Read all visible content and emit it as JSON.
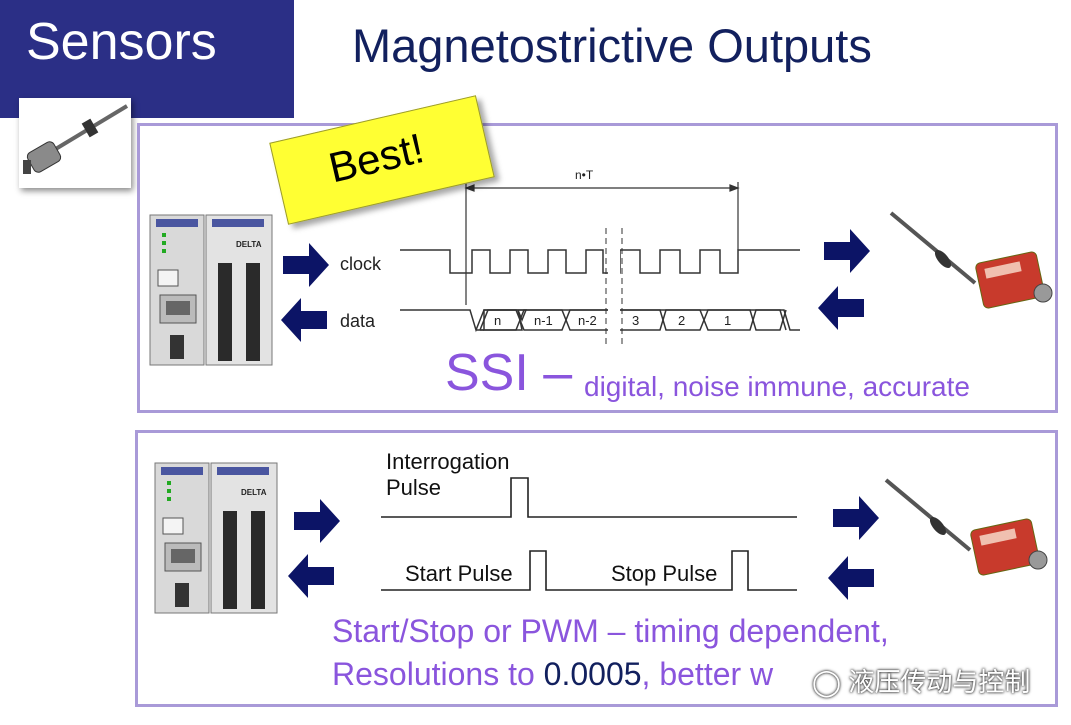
{
  "header": {
    "section": "Sensors",
    "title": "Magnetostrictive Outputs"
  },
  "ssi_panel": {
    "badge": "Best!",
    "timing_label": "n•T",
    "clock_label": "clock",
    "data_label": "data",
    "data_frames": [
      "n",
      "n-1",
      "n-2",
      "3",
      "2",
      "1"
    ],
    "title": "SSI –",
    "description": "digital, noise immune, accurate"
  },
  "pwm_panel": {
    "interrogation_label_line1": "Interrogation",
    "interrogation_label_line2": "Pulse",
    "start_label": "Start Pulse",
    "stop_label": "Stop Pulse",
    "line1": "Start/Stop or PWM – timing dependent,",
    "line2_prefix": "Resolutions to ",
    "line2_value": "0.0005",
    "line2_suffix": ", better w"
  },
  "controller_brand": "DELTA",
  "watermark": "液压传动与控制",
  "colors": {
    "header": "#2b2f86",
    "title": "#12205e",
    "accent": "#8a55dd",
    "arrow": "#0c1466",
    "badge": "#ffff33"
  }
}
